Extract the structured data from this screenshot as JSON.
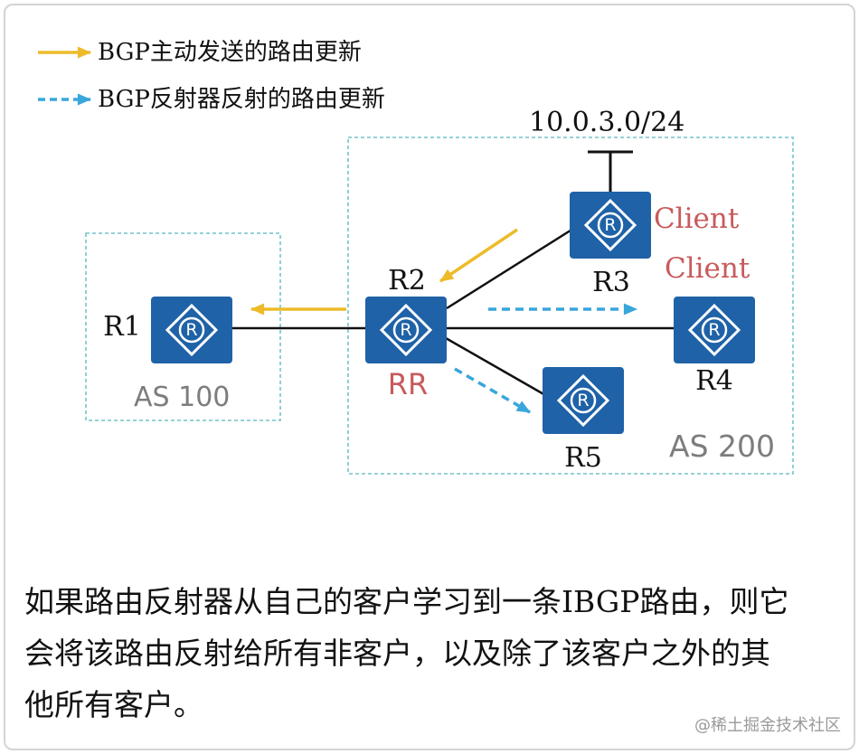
{
  "legend": {
    "items": [
      {
        "label": "BGP主动发送的路由更新",
        "color": "#edbb2a"
      },
      {
        "label": "BGP反射器反射的路由更新",
        "color": "#39a6dc"
      }
    ]
  },
  "network": {
    "prefix": {
      "label": "10.0.3.0/24",
      "router": "R3"
    },
    "router_icon": {
      "icon": "router-icon",
      "glyph": "R",
      "color": "#1f62a7"
    },
    "autonomous_systems": [
      {
        "label": "AS 100"
      },
      {
        "label": "AS 200"
      }
    ],
    "routers": [
      {
        "name": "R1",
        "as": "AS 100"
      },
      {
        "name": "R2",
        "as": "AS 200",
        "role": "RR"
      },
      {
        "name": "R3",
        "as": "AS 200",
        "role": "Client"
      },
      {
        "name": "R4",
        "as": "AS 200",
        "role": "Client"
      },
      {
        "name": "R5",
        "as": "AS 200"
      }
    ],
    "links": [
      {
        "from": "R1",
        "to": "R2"
      },
      {
        "from": "R2",
        "to": "R3"
      },
      {
        "from": "R2",
        "to": "R4"
      },
      {
        "from": "R2",
        "to": "R5"
      }
    ],
    "route_updates": [
      {
        "from": "R3",
        "to": "R2",
        "type": "BGP主动发送的路由更新"
      },
      {
        "from": "R2",
        "to": "R1",
        "type": "BGP主动发送的路由更新"
      },
      {
        "from": "R2",
        "to": "R4",
        "type": "BGP反射器反射的路由更新"
      },
      {
        "from": "R2",
        "to": "R5",
        "type": "BGP反射器反射的路由更新"
      }
    ]
  },
  "colors": {
    "as_boundary": "#72c4c8",
    "role_label": "#c85a5c",
    "as_label": "#7d7d7d"
  },
  "caption": {
    "lines": [
      "如果路由反射器从自己的客户学习到一条IBGP路由，则它",
      "会将该路由反射给所有非客户，以及除了该客户之外的其",
      "他所有客户。"
    ]
  },
  "watermark": "@稀土掘金技术社区"
}
